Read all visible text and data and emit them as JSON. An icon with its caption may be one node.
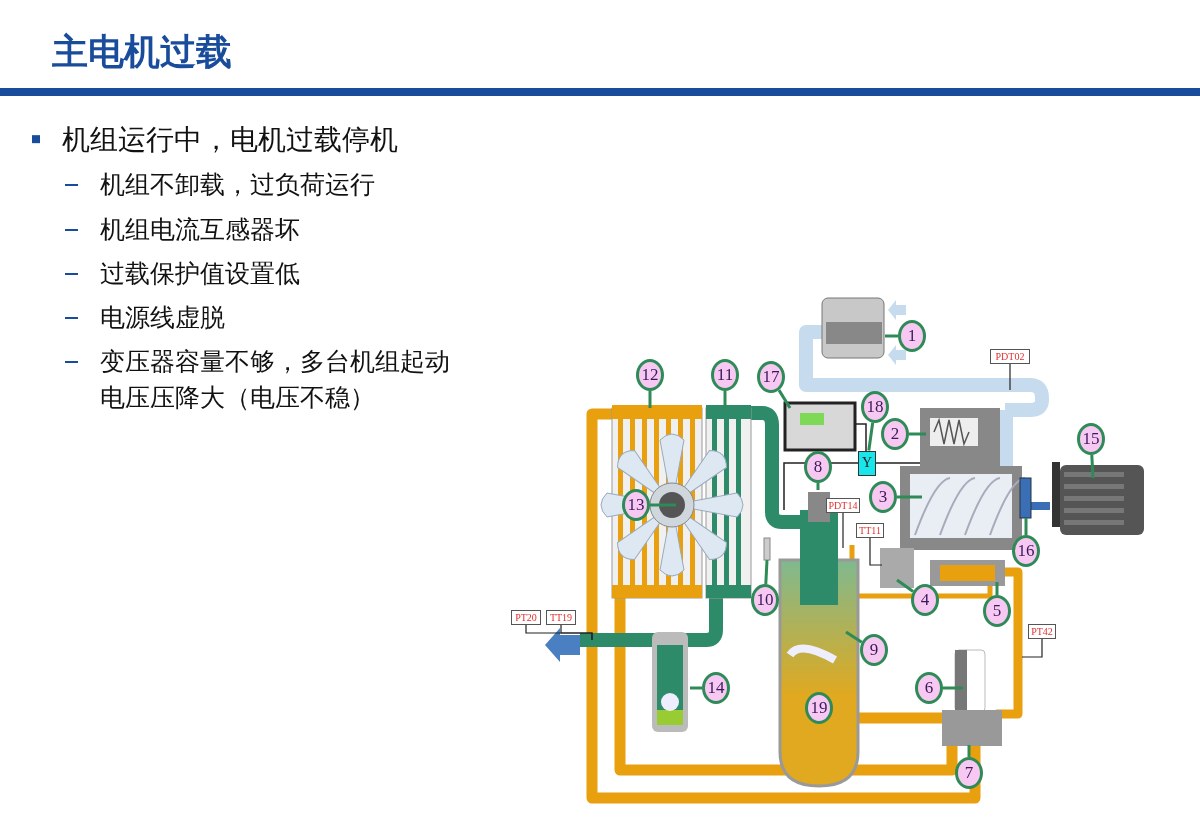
{
  "diagram": {
    "title": "主电机过载",
    "nodes": [
      {
        "text": [
          "1"
        ]
      },
      {
        "text": [
          "PDT02"
        ]
      },
      {
        "text": [
          "12"
        ]
      },
      {
        "text": [
          "11"
        ]
      },
      {
        "text": [
          "17"
        ]
      },
      {
        "text": [
          "18"
        ]
      },
      {
        "text": [
          "2"
        ]
      },
      {
        "text": [
          "Y"
        ]
      },
      {
        "text": [
          "15"
        ]
      },
      {
        "text": [
          "13"
        ]
      },
      {
        "text": [
          "3"
        ]
      },
      {
        "text": [
          "8"
        ]
      },
      {
        "text": [
          "PDT14"
        ]
      },
      {
        "text": [
          "TT11"
        ]
      },
      {
        "text": [
          "16"
        ]
      },
      {
        "text": [
          "4"
        ]
      },
      {
        "text": [
          "10"
        ]
      },
      {
        "text": [
          "5"
        ]
      },
      {
        "text": [
          "PT20"
        ]
      },
      {
        "text": [
          "TT19"
        ]
      },
      {
        "text": [
          "PT42"
        ]
      },
      {
        "text": [
          "9"
        ]
      },
      {
        "text": [
          "6"
        ]
      },
      {
        "text": [
          "14"
        ]
      },
      {
        "text": [
          "19"
        ]
      },
      {
        "text": [
          "7"
        ]
      }
    ],
    "edges": [
      {
        "from": 0,
        "to": null,
        "arrow": "none"
      },
      {
        "from": 1,
        "to": null,
        "arrow": "none",
        "color": "#222222"
      },
      {
        "from": 2,
        "to": null,
        "arrow": "none"
      },
      {
        "from": 3,
        "to": null,
        "arrow": "none"
      },
      {
        "from": 4,
        "to": null,
        "arrow": "none"
      },
      {
        "from": 5,
        "to": 7,
        "arrow": "none"
      },
      {
        "from": 6,
        "to": null,
        "arrow": "none"
      },
      {
        "from": 8,
        "to": null,
        "arrow": "none"
      },
      {
        "from": 9,
        "to": null,
        "arrow": "none"
      },
      {
        "from": 10,
        "to": null,
        "arrow": "none"
      },
      {
        "from": 11,
        "to": null,
        "arrow": "none"
      },
      {
        "from": 12,
        "to": null,
        "arrow": "none",
        "color": "#222222"
      },
      {
        "from": 13,
        "to": null,
        "arrow": "none",
        "color": "#222222"
      },
      {
        "from": 14,
        "to": null,
        "arrow": "none"
      },
      {
        "from": 15,
        "to": null,
        "arrow": "none"
      },
      {
        "from": 16,
        "to": null,
        "arrow": "none"
      },
      {
        "from": 17,
        "to": null,
        "arrow": "none"
      },
      {
        "from": 18,
        "to": null,
        "arrow": "none",
        "color": "#222222"
      },
      {
        "from": 19,
        "to": null,
        "arrow": "none",
        "color": "#222222"
      },
      {
        "from": 20,
        "to": null,
        "arrow": "none",
        "color": "#222222"
      },
      {
        "from": 21,
        "to": null,
        "arrow": "none"
      },
      {
        "from": 22,
        "to": null,
        "arrow": "none"
      },
      {
        "from": 23,
        "to": null,
        "arrow": "none"
      },
      {
        "from": 25,
        "to": null,
        "arrow": "none"
      }
    ],
    "labels": [
      "机组运行中，电机过载停机",
      "机组不卸载，过负荷运行",
      "机组电流互感器坏",
      "过载保护值设置低",
      "电源线虚脱",
      "变压器容量不够，多台机组起动电压压降大（电压不稳）"
    ]
  }
}
